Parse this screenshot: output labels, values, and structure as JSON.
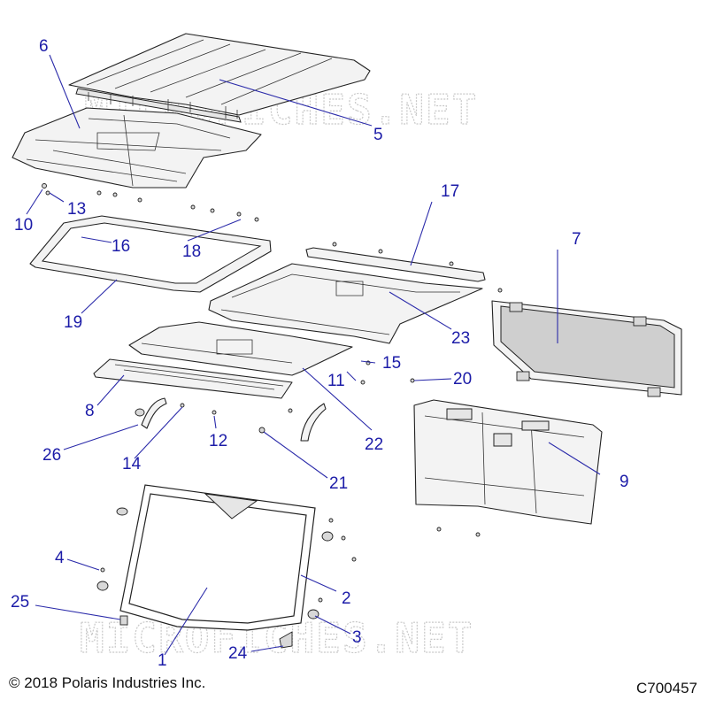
{
  "watermark": "MICROFICHES.NET",
  "copyright": "© 2018 Polaris Industries Inc.",
  "diagram_code": "C700457",
  "callouts": [
    {
      "id": "1",
      "label": "1"
    },
    {
      "id": "2",
      "label": "2"
    },
    {
      "id": "3",
      "label": "3"
    },
    {
      "id": "4",
      "label": "4"
    },
    {
      "id": "5",
      "label": "5"
    },
    {
      "id": "6",
      "label": "6"
    },
    {
      "id": "7",
      "label": "7"
    },
    {
      "id": "8",
      "label": "8"
    },
    {
      "id": "9",
      "label": "9"
    },
    {
      "id": "10",
      "label": "10"
    },
    {
      "id": "11",
      "label": "11"
    },
    {
      "id": "12",
      "label": "12"
    },
    {
      "id": "13",
      "label": "13"
    },
    {
      "id": "14",
      "label": "14"
    },
    {
      "id": "15",
      "label": "15"
    },
    {
      "id": "16",
      "label": "16"
    },
    {
      "id": "17",
      "label": "17"
    },
    {
      "id": "18",
      "label": "18"
    },
    {
      "id": "19",
      "label": "19"
    },
    {
      "id": "20",
      "label": "20"
    },
    {
      "id": "21",
      "label": "21"
    },
    {
      "id": "22",
      "label": "22"
    },
    {
      "id": "23",
      "label": "23"
    },
    {
      "id": "24",
      "label": "24"
    },
    {
      "id": "25",
      "label": "25"
    },
    {
      "id": "26",
      "label": "26"
    }
  ]
}
